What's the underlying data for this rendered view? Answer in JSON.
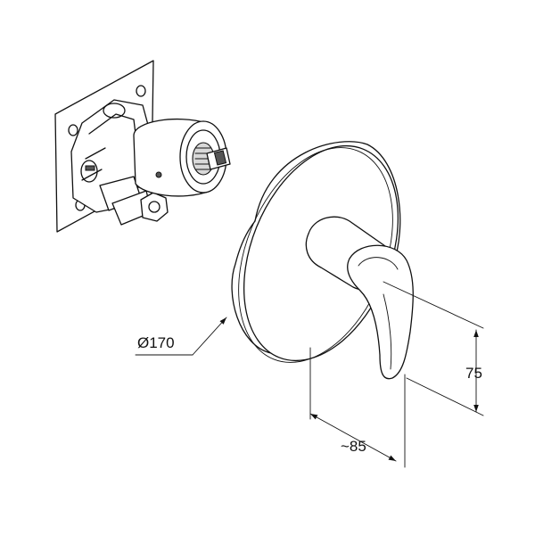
{
  "dimensions": {
    "diameter_label": "Ø170",
    "depth_label": "~85",
    "height_label": "75"
  },
  "colors": {
    "line": "#111111",
    "background": "#ffffff",
    "metal": "#d9d9d9"
  }
}
